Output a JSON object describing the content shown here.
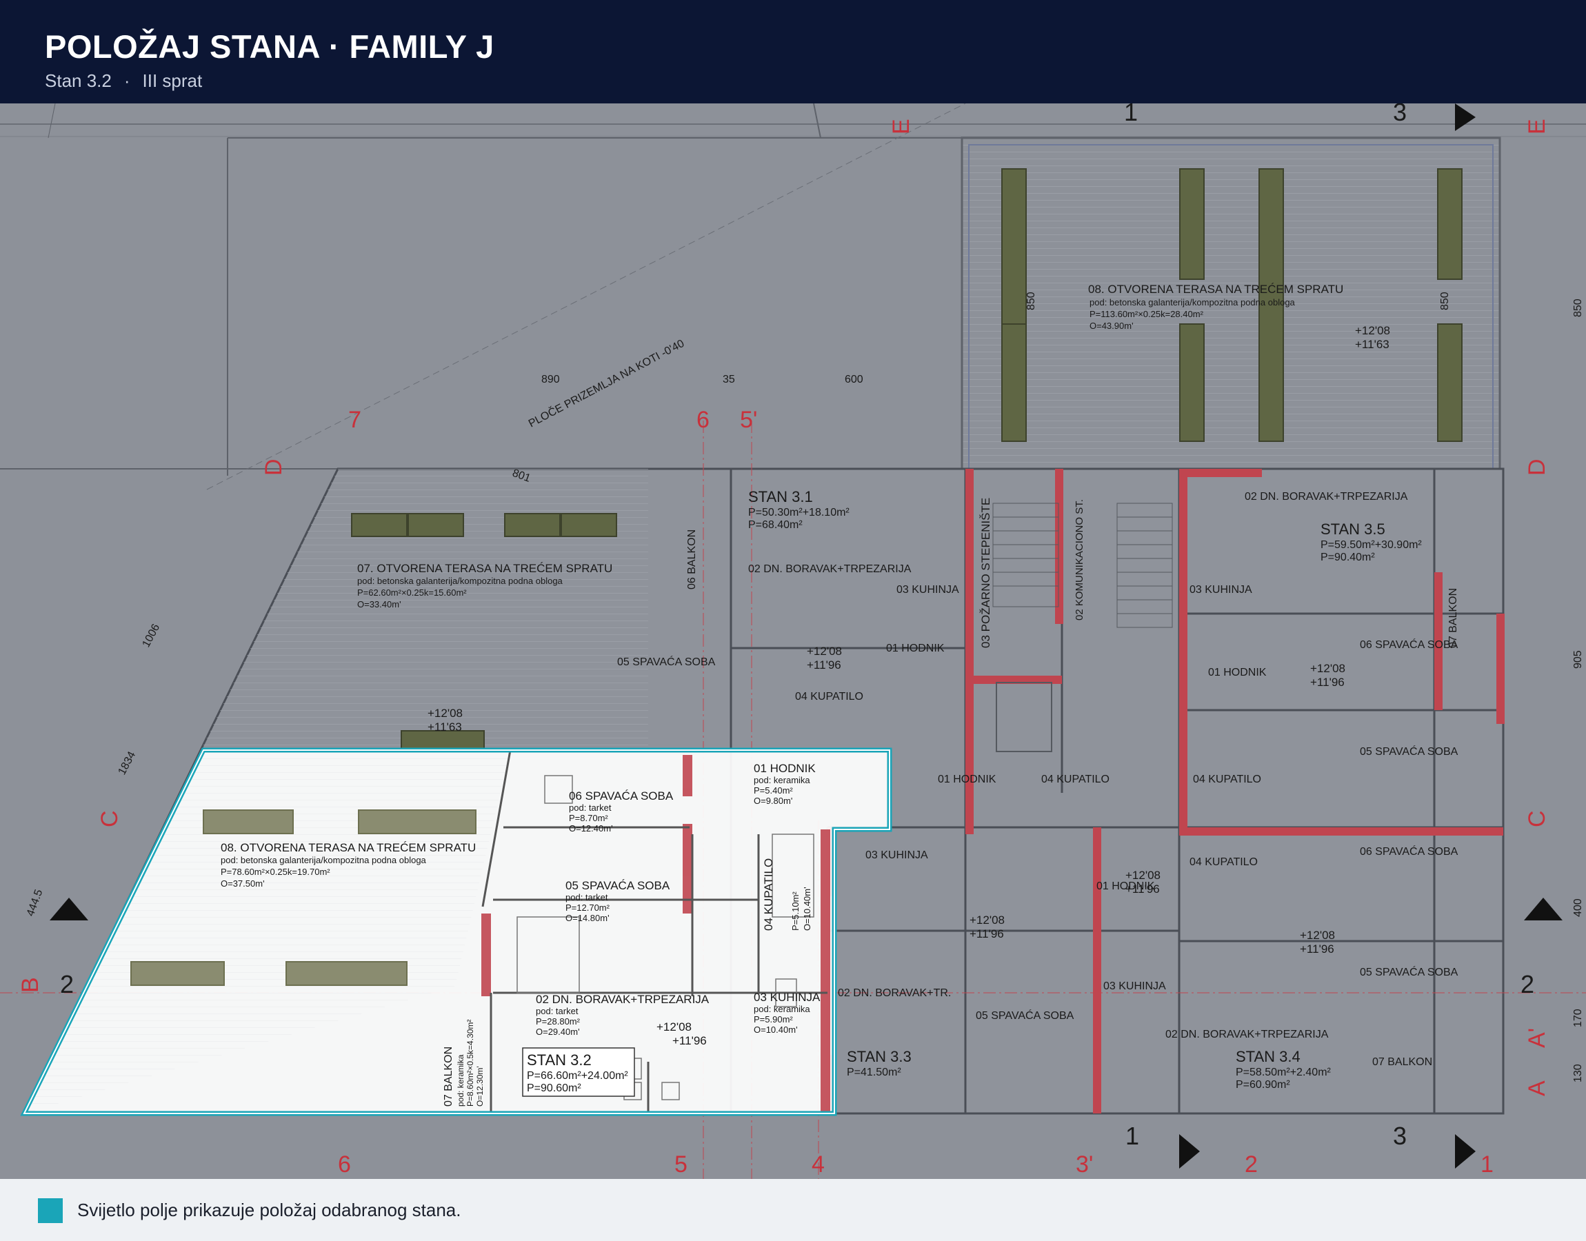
{
  "header": {
    "title": "POLOŽAJ STANA · FAMILY J",
    "unit": "Stan 3.2",
    "separator": "·",
    "floor": "III sprat"
  },
  "legend": {
    "text": "Svijetlo polje prikazuje položaj odabranog stana.",
    "color": "#1aa5b8"
  },
  "plan": {
    "grid_labels": [
      "E",
      "D",
      "C",
      "B",
      "A",
      "A'",
      "1",
      "3",
      "7",
      "6",
      "5'",
      "5",
      "4",
      "3'",
      "2",
      "1",
      "3",
      "2",
      "2",
      "1"
    ],
    "dims": [
      "890",
      "35",
      "600",
      "801",
      "1006",
      "1834",
      "444.5",
      "850",
      "850",
      "850",
      "905",
      "400",
      "170",
      "130"
    ],
    "note_ground": "PLOČE PRIZEMLJA NA KOTI -0'40",
    "terrace_top_right": {
      "name": "08. OTVORENA TERASA NA TREĆEM SPRATU",
      "floor": "pod: betonska galanterija/kompozitna podna obloga",
      "p": "P=113.60m²×0.25k=28.40m²",
      "o": "O=43.90m'"
    },
    "terrace_left": {
      "name": "07. OTVORENA TERASA NA TREĆEM SPRATU",
      "floor": "pod: betonska galanterija/kompozitna podna obloga",
      "p": "P=62.60m²×0.25k=15.60m²",
      "o": "O=33.40m'"
    },
    "terrace_selected": {
      "name": "08. OTVORENA TERASA NA TREĆEM SPRATU",
      "floor": "pod: betonska galanterija/kompozitna podna obloga",
      "p": "P=78.60m²×0.25k=19.70m²",
      "o": "O=37.50m'"
    },
    "level1": "+12'08",
    "level2": "+11'63",
    "level3": "+11'96",
    "selected": {
      "name": "STAN 3.2",
      "p1": "P=66.60m²+24.00m²",
      "p2": "P=90.60m²",
      "rooms": [
        {
          "name": "01 HODNIK",
          "floor": "pod: keramika",
          "p": "P=5.40m²",
          "o": "O=9.80m'"
        },
        {
          "name": "06 SPAVAĆA SOBA",
          "floor": "pod: tarket",
          "p": "P=8.70m²",
          "o": "O=12.40m'"
        },
        {
          "name": "05 SPAVAĆA SOBA",
          "floor": "pod: tarket",
          "p": "P=12.70m²",
          "o": "O=14.80m'"
        },
        {
          "name": "04 KUPATILO",
          "floor": "",
          "p": "P=5.10m²",
          "o": "O=10.40m'"
        },
        {
          "name": "02 DN. BORAVAK+TRPEZARIJA",
          "floor": "pod: tarket",
          "p": "P=28.80m²",
          "o": "O=29.40m'"
        },
        {
          "name": "03 KUHINJA",
          "floor": "pod: keramika",
          "p": "P=5.90m²",
          "o": "O=10.40m'"
        },
        {
          "name": "07 BALKON",
          "floor": "pod: keramika",
          "p": "P=8.60m²×0.5k=4.30m²",
          "o": "O=12.30m'"
        }
      ]
    },
    "others": {
      "s31": {
        "name": "STAN 3.1",
        "p1": "P=50.30m²+18.10m²",
        "p2": "P=68.40m²"
      },
      "s33": {
        "name": "STAN 3.3",
        "p": "P=41.50m²"
      },
      "s34": {
        "name": "STAN 3.4",
        "p1": "P=58.50m²+2.40m²",
        "p2": "P=60.90m²"
      },
      "s35": {
        "name": "STAN 3.5",
        "p1": "P=59.50m²+30.90m²",
        "p2": "P=90.40m²"
      },
      "stair": "03 POŽARNO STEPENIŠTE",
      "comm": "02 KOMUNIKACIONO ST.",
      "rooms": [
        "06 BALKON",
        "02 DN. BORAVAK+TRPEZARIJA",
        "05 SPAVAĆA SOBA",
        "03 KUHINJA",
        "01 HODNIK",
        "04 KUPATILO",
        "01 HODNIK",
        "03 KUHINJA",
        "04 KUPATILO",
        "02 DN. BORAVAK+TR.",
        "05 SPAVAĆA SOBA",
        "02 DN. BORAVAK+TRPEZARIJA",
        "03 KUHINJA",
        "01 HODNIK",
        "04 KUPATILO",
        "06 SPAVAĆA SOBA",
        "05 SPAVAĆA SOBA",
        "07 BALKON",
        "01 HODNIK",
        "04 KUPATILO",
        "03 KUHINJA",
        "02 DN. BORAVAK+TRPEZARIJA",
        "06 SPAVAĆA SOBA",
        "05 SPAVAĆA SOBA",
        "07 BALKON"
      ]
    }
  }
}
